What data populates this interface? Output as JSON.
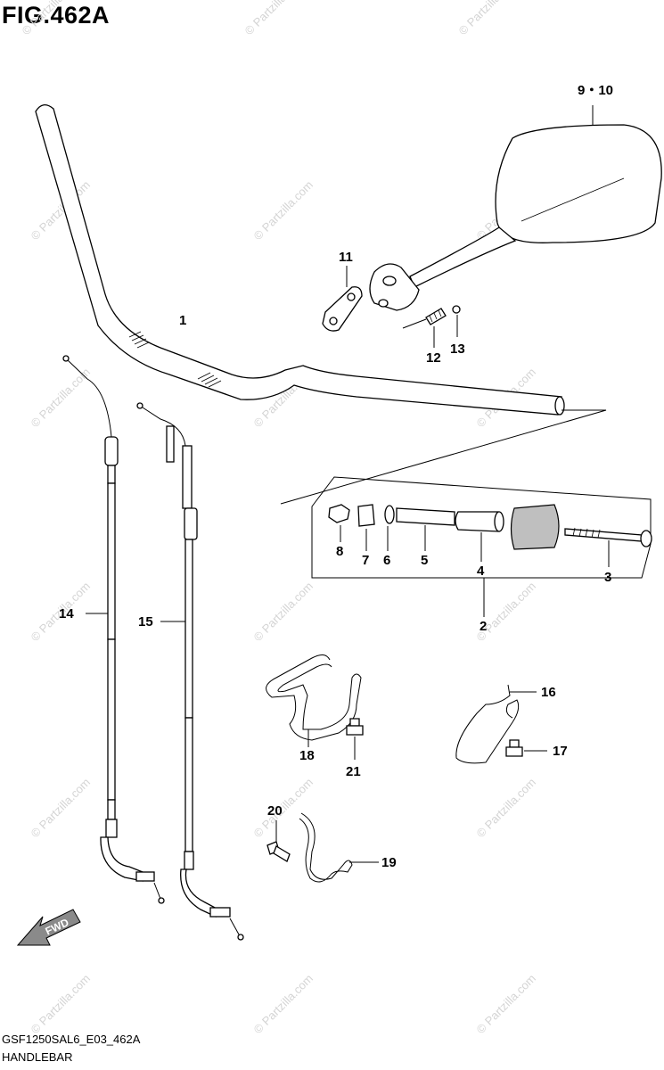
{
  "figure": {
    "title": "FIG.462A",
    "diagram_code": "GSF1250SAL6_E03_462A",
    "section_name": "HANDLEBAR"
  },
  "callouts": {
    "c1": "1",
    "c2": "2",
    "c3": "3",
    "c4": "4",
    "c5": "5",
    "c6": "6",
    "c7": "7",
    "c8": "8",
    "c9_10": "9・10",
    "c11": "11",
    "c12": "12",
    "c13": "13",
    "c14": "14",
    "c15": "15",
    "c16": "16",
    "c17": "17",
    "c18": "18",
    "c19": "19",
    "c20": "20",
    "c21": "21"
  },
  "fwd_arrow": {
    "label": "FWD"
  },
  "watermark": {
    "text": "© Partzilla.com"
  }
}
